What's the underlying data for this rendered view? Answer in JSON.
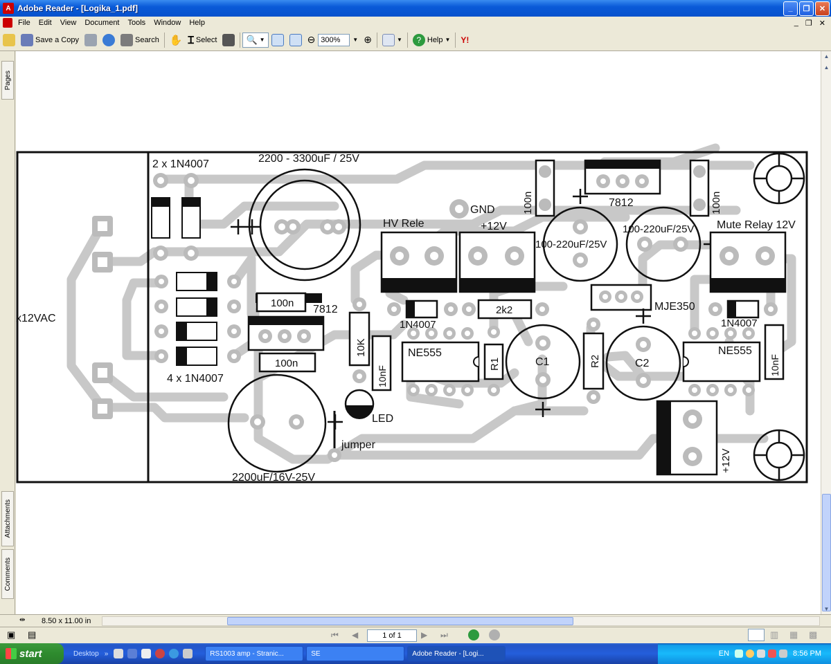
{
  "window": {
    "title": "Adobe Reader - [Logika_1.pdf]",
    "app_icon": "adobe-reader-icon",
    "controls": [
      "minimize-icon",
      "maximize-icon",
      "close-icon"
    ]
  },
  "menu": {
    "items": [
      "File",
      "Edit",
      "View",
      "Document",
      "Tools",
      "Window",
      "Help"
    ]
  },
  "toolbar": {
    "save_copy": "Save a Copy",
    "search": "Search",
    "select": "Select",
    "zoom": "300%",
    "help": "Help"
  },
  "sidebar": {
    "tabs": [
      "Pages",
      "Attachments",
      "Comments"
    ]
  },
  "pcb": {
    "labels": {
      "transformer": "x12VAC",
      "diodes_top": "2 x 1N4007",
      "diodes_bottom": "4 x 1N4007",
      "cap_main": "2200 - 3300uF / 25V",
      "cap_small": "2200uF/16V-25V",
      "reg_left": "7812",
      "reg_right": "7812",
      "c100n_1": "100n",
      "c100n_2": "100n",
      "c100n_3": "100n",
      "c100n_4": "100n",
      "gnd": "GND",
      "hv_rele": "HV Rele",
      "plus12": "+12V",
      "cap100a": "100-220uF/25V",
      "cap100b": "100-220uF/25V",
      "mute_relay": "Mute Relay 12V",
      "mje": "MJE350",
      "d_mid": "1N4007",
      "d_right": "1N4007",
      "r2k2": "2k2",
      "r10k": "10K",
      "c10nf_l": "10nF",
      "c10nf_r": "10nF",
      "ne555_l": "NE555",
      "ne555_r": "NE555",
      "r1": "R1",
      "r2": "R2",
      "c1": "C1",
      "c2": "C2",
      "led": "LED",
      "jumper": "jumper",
      "out12": "+12V"
    }
  },
  "status": {
    "page_size": "8.50 x 11.00 in",
    "page_field": "1 of 1"
  },
  "taskbar": {
    "start": "start",
    "quick_launch": "Desktop",
    "tasks": [
      "RS1003 amp - Stranic...",
      "SE",
      "Adobe Reader - [Logi..."
    ],
    "lang": "EN",
    "clock": "8:56 PM"
  }
}
